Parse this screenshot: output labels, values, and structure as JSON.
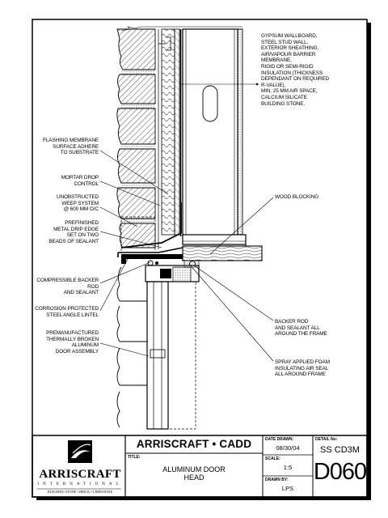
{
  "notes_right": {
    "assembly": [
      "GYPSUM WALLBOARD,",
      "STEEL STUD WALL,",
      "EXTERIOR SHEATHING,",
      "AIR/VAPOUR BARRIER",
      "MEMBRANE,",
      "RIGID OR SEMI-RIGID",
      "INSULATION (THICKNESS",
      "DEPENDANT ON REQUIRED",
      "R-VALUE),",
      "MIN. 25 MM AIR SPACE,",
      "CALCIUM SILICATE",
      "BUILDING STONE."
    ],
    "wood_blocking": "WOOD BLOCKING",
    "backer_rod": [
      "BACKER ROD",
      "AND SEALANT ALL",
      "AROUND THE FRAME"
    ],
    "spray_foam": [
      "SPRAY APPLIED FOAM",
      "INSULATING AIR SEAL",
      "ALL AROUND FRAME"
    ]
  },
  "notes_left": {
    "flashing": [
      "FLASHING MEMBRANE",
      "SURFACE ADHERE",
      "TO SUBSTRATE"
    ],
    "mortar_drop": [
      "MORTAR DROP",
      "CONTROL"
    ],
    "weep": [
      "UNOBSTRUCTED",
      "WEEP SYSTEM",
      "@ 600 MM O/C"
    ],
    "drip_edge": [
      "PREFINISHED",
      "METAL DRIP EDGE",
      "SET ON TWO",
      "BEADS OF SEALANT"
    ],
    "backer_rod": [
      "COMPRESSIBLE BACKER ROD",
      "AND SEALANT"
    ],
    "lintel": [
      "CORROSION PROTECTED",
      "STEEL ANGLE LINTEL"
    ],
    "door": [
      "PREMANUFACTURED",
      "THERMALLY BROKEN",
      "ALUMINUM",
      "DOOR ASSEMBLY"
    ]
  },
  "title_block": {
    "brand_name": "ARRISCRAFT",
    "brand_sub": "INTERNATIONAL",
    "brand_tag": "BUILDING STONE • BRICK • LIMESTONE",
    "company": "ARRISCRAFT • CADD",
    "title_label": "TITLE:",
    "title_line1": "ALUMINUM DOOR",
    "title_line2": "HEAD",
    "date_label": "DATE DRAWN:",
    "date_value": "08/30/04",
    "scale_label": "SCALE:",
    "scale_value": "1:5",
    "drawn_label": "DRAWN BY:",
    "drawn_value": "LPS",
    "detail_label": "DETAIL No:",
    "detail_series": "SS CD3M",
    "detail_number": "D060"
  }
}
